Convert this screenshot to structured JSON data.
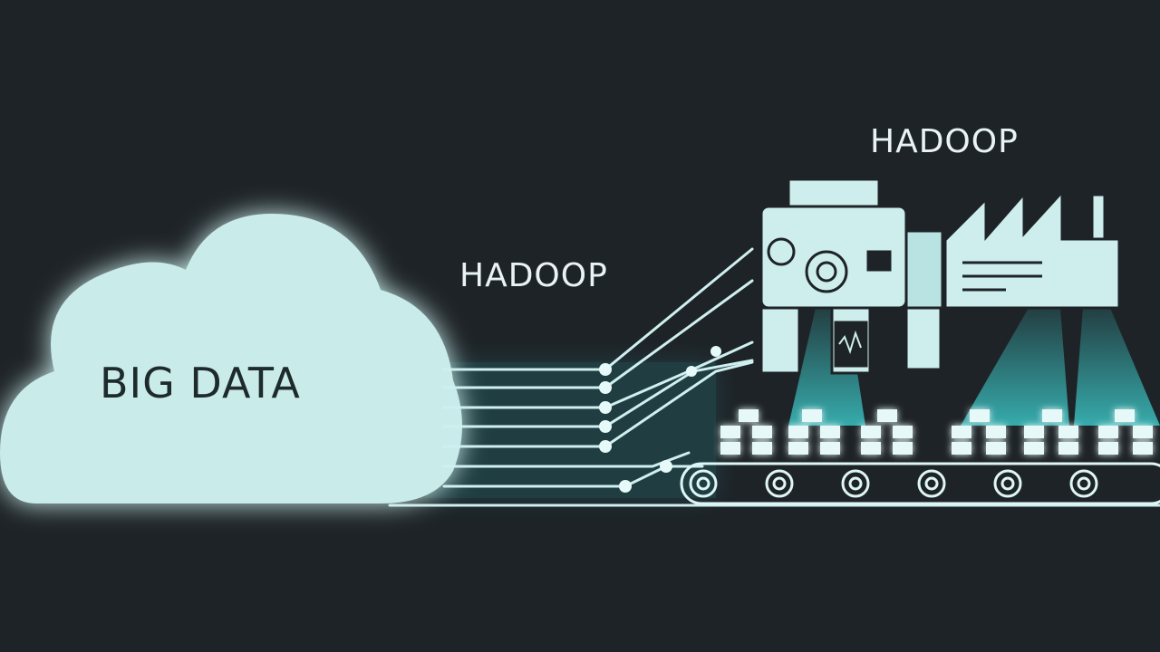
{
  "colors": {
    "background": "#1e2327",
    "cloud_fill": "#c9ecea",
    "cyan_glow": "#39d4d6",
    "factory_fill": "#cdeeed",
    "line_color": "#cfeff0"
  },
  "cloud": {
    "label": "BIG DATA"
  },
  "pipeline": {
    "label": "HADOOP"
  },
  "factory": {
    "label": "HADOOP"
  },
  "icons": [
    "cloud-icon",
    "factory-icon",
    "gear-icon",
    "conveyor-belt-icon",
    "data-block-icon"
  ]
}
